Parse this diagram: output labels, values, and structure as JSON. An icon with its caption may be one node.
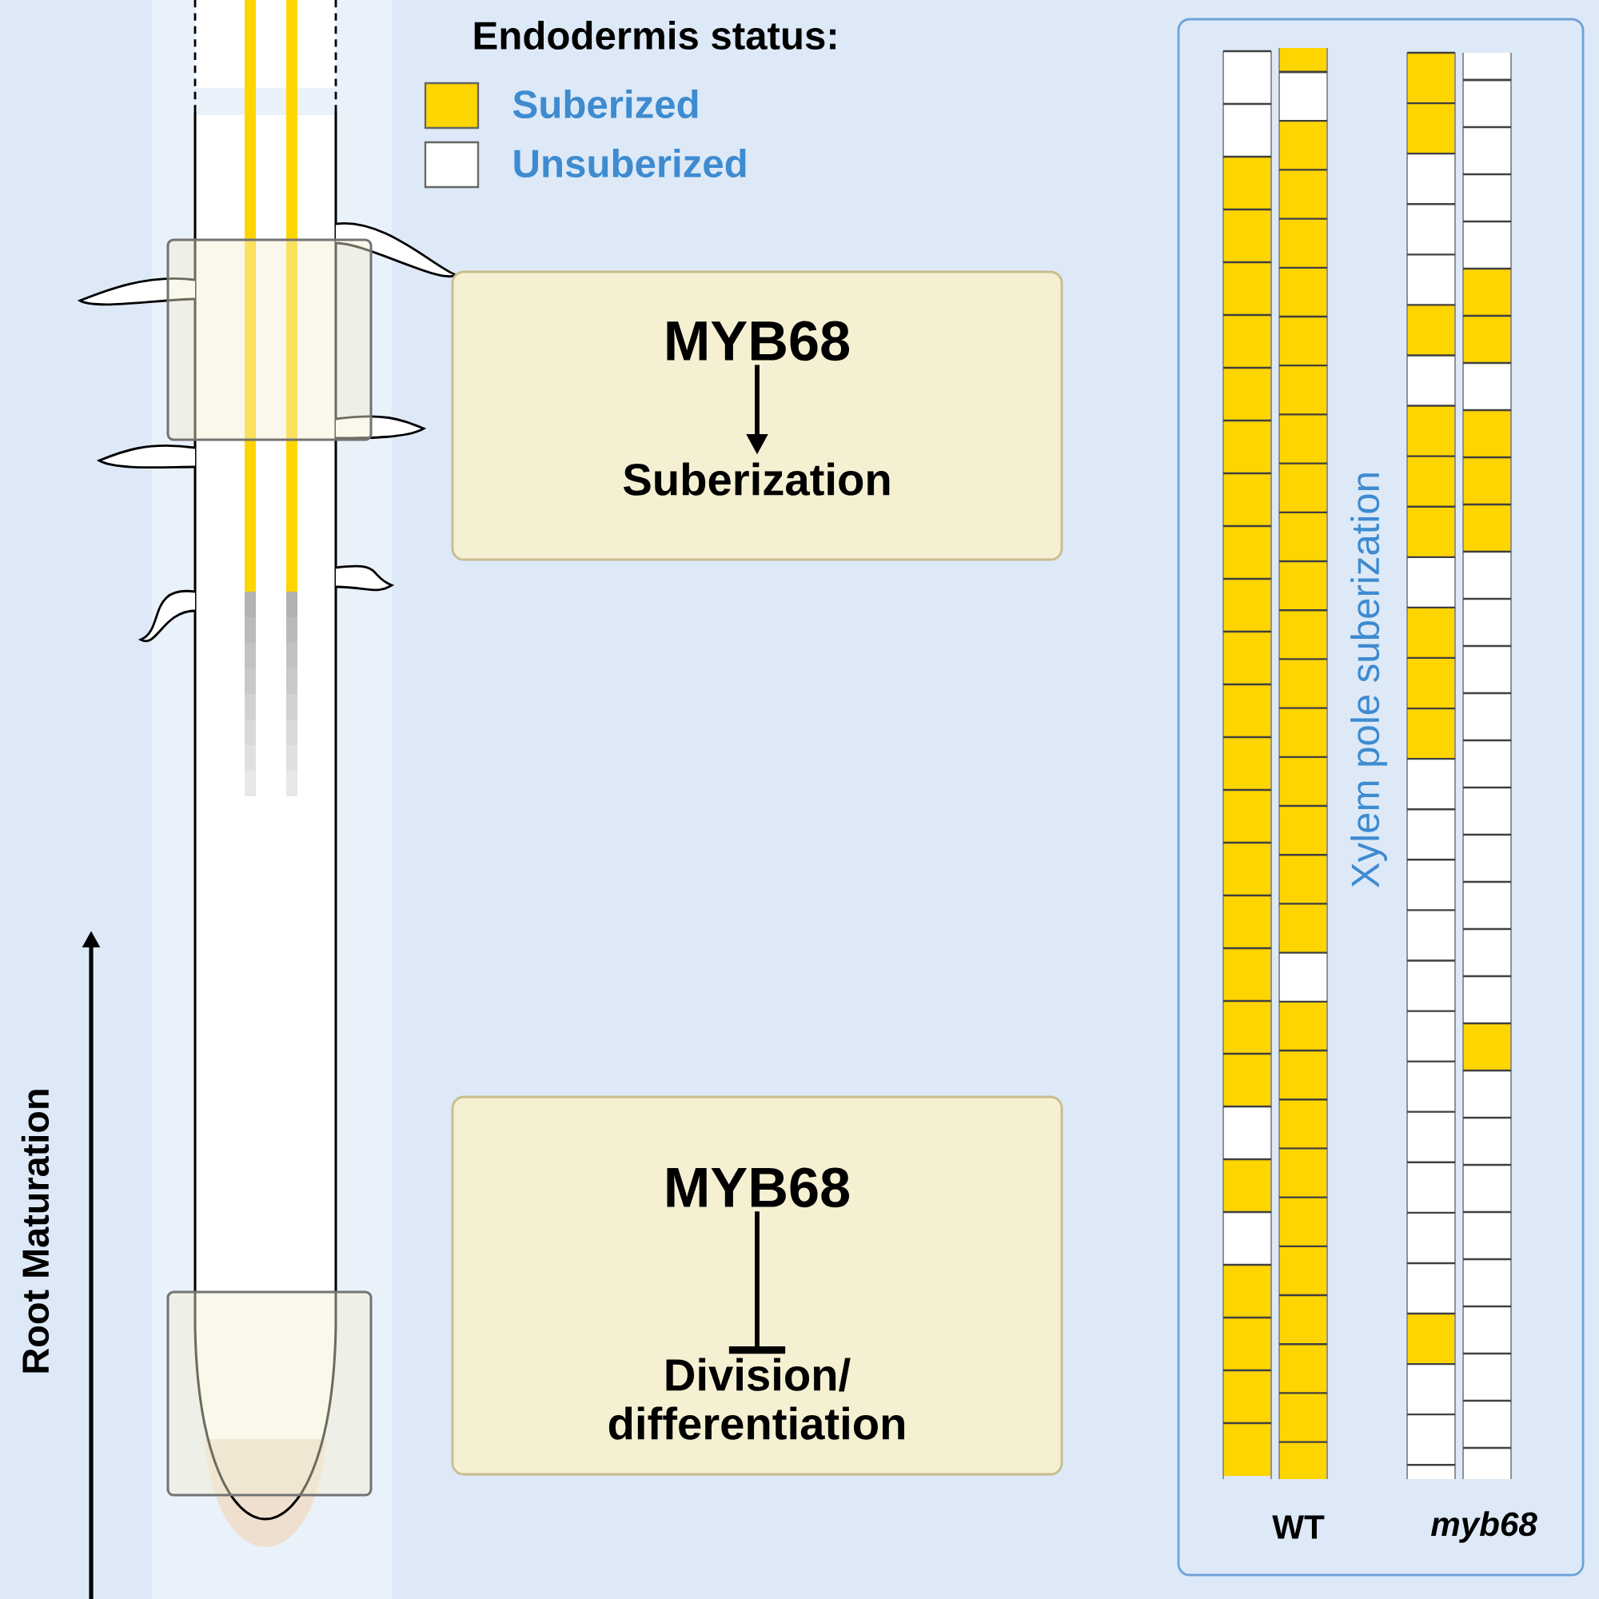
{
  "diagram": {
    "nodes": [
      {
        "text": [],
        "shape": "box"
      },
      {
        "text": [
          "MYB68"
        ],
        "in": 0
      },
      {
        "text": [
          "Suberization"
        ],
        "in": 0
      },
      {
        "text": [],
        "shape": "box"
      },
      {
        "text": [
          "MYB68"
        ],
        "in": 3
      },
      {
        "text": [
          "Division/ differentiation"
        ],
        "in": 3
      }
    ],
    "edges": [
      {
        "from": 1,
        "to": 2,
        "arrow": "to"
      },
      {
        "from": 4,
        "to": 5,
        "arrow": "other"
      }
    ],
    "labels": [
      "Endodermis status:",
      "Root Maturation",
      "Xylem pole suberization",
      "WT",
      "myb68"
    ],
    "legend": [
      {
        "text": "Suberized",
        "color": "#ffd500"
      },
      {
        "text": "Unsuberized",
        "color": "#ffffff"
      }
    ]
  }
}
